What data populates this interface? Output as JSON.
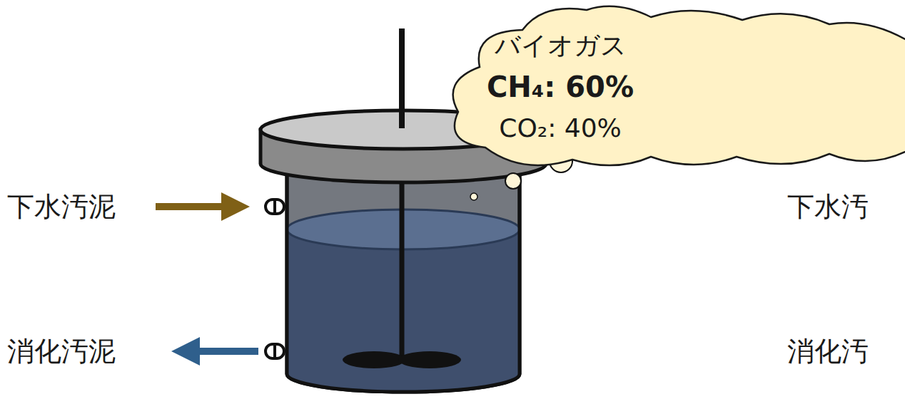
{
  "diagram": {
    "nodes": [
      {
        "text": [
          "バイオガス",
          "CH₄: 60%",
          "CO₂: 40%"
        ]
      }
    ],
    "labels": [
      "下水汚泥",
      "消化汚泥",
      "下水汚",
      "消化汚"
    ]
  }
}
